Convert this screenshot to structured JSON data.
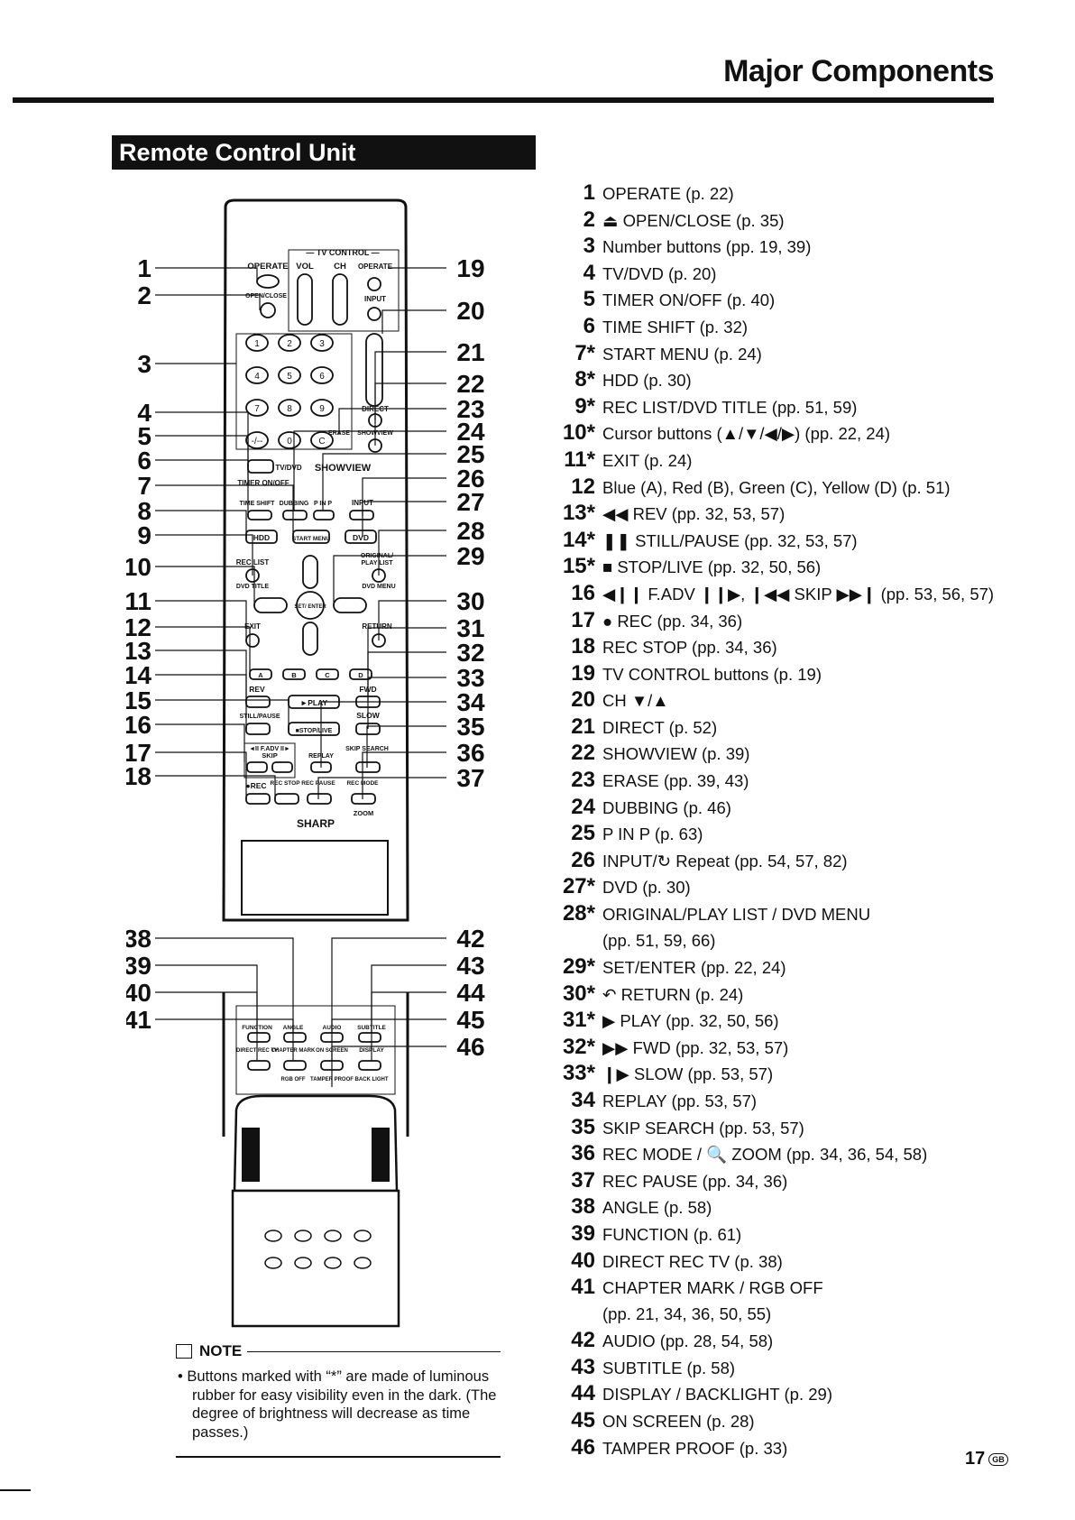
{
  "header": {
    "title": "Major Components"
  },
  "section": {
    "title": "Remote Control Unit"
  },
  "items": [
    {
      "num": "1",
      "text": "OPERATE (p. 22)"
    },
    {
      "num": "2",
      "text": "⏏ OPEN/CLOSE (p. 35)"
    },
    {
      "num": "3",
      "text": "Number buttons (pp. 19, 39)"
    },
    {
      "num": "4",
      "text": "TV/DVD (p. 20)"
    },
    {
      "num": "5",
      "text": "TIMER ON/OFF (p. 40)"
    },
    {
      "num": "6",
      "text": "TIME SHIFT (p. 32)"
    },
    {
      "num": "7*",
      "text": "START MENU (p. 24)"
    },
    {
      "num": "8*",
      "text": "HDD (p. 30)"
    },
    {
      "num": "9*",
      "text": "REC LIST/DVD TITLE (pp. 51, 59)"
    },
    {
      "num": "10*",
      "text": "Cursor buttons (▲/▼/◀/▶) (pp. 22, 24)"
    },
    {
      "num": "11*",
      "text": "EXIT (p. 24)"
    },
    {
      "num": "12",
      "text": "Blue (A), Red (B), Green (C), Yellow (D) (p. 51)"
    },
    {
      "num": "13*",
      "text": "◀◀ REV (pp. 32, 53, 57)"
    },
    {
      "num": "14*",
      "text": "❚❚ STILL/PAUSE (pp. 32, 53, 57)"
    },
    {
      "num": "15*",
      "text": "■ STOP/LIVE (pp. 32, 50, 56)"
    },
    {
      "num": "16",
      "text": "◀❙❙ F.ADV ❙❙▶, ❙◀◀ SKIP ▶▶❙ (pp. 53, 56, 57)"
    },
    {
      "num": "17",
      "text": "● REC (pp. 34, 36)"
    },
    {
      "num": "18",
      "text": "REC STOP (pp. 34, 36)"
    },
    {
      "num": "19",
      "text": "TV CONTROL buttons (p. 19)"
    },
    {
      "num": "20",
      "text": "CH ▼/▲"
    },
    {
      "num": "21",
      "text": "DIRECT (p. 52)"
    },
    {
      "num": "22",
      "text": "SHOWVIEW (p. 39)"
    },
    {
      "num": "23",
      "text": "ERASE (pp. 39, 43)"
    },
    {
      "num": "24",
      "text": "DUBBING (p. 46)"
    },
    {
      "num": "25",
      "text": "P IN P (p. 63)"
    },
    {
      "num": "26",
      "text": "INPUT/↻ Repeat (pp. 54, 57, 82)"
    },
    {
      "num": "27*",
      "text": "DVD (p. 30)"
    },
    {
      "num": "28*",
      "text": "ORIGINAL/PLAY LIST / DVD MENU",
      "text2": "(pp. 51, 59, 66)"
    },
    {
      "num": "29*",
      "text": "SET/ENTER (pp. 22, 24)"
    },
    {
      "num": "30*",
      "text": "↶ RETURN (p. 24)"
    },
    {
      "num": "31*",
      "text": "▶ PLAY (pp. 32, 50, 56)"
    },
    {
      "num": "32*",
      "text": "▶▶ FWD (pp. 32, 53, 57)"
    },
    {
      "num": "33*",
      "text": "❙▶ SLOW (pp. 53, 57)"
    },
    {
      "num": "34",
      "text": "REPLAY (pp. 53, 57)"
    },
    {
      "num": "35",
      "text": "SKIP SEARCH (pp. 53, 57)"
    },
    {
      "num": "36",
      "text": "REC MODE / 🔍 ZOOM (pp. 34, 36, 54, 58)"
    },
    {
      "num": "37",
      "text": "REC PAUSE (pp. 34, 36)"
    },
    {
      "num": "38",
      "text": "ANGLE (p. 58)"
    },
    {
      "num": "39",
      "text": "FUNCTION (p. 61)"
    },
    {
      "num": "40",
      "text": "DIRECT REC TV (p. 38)"
    },
    {
      "num": "41",
      "text": "CHAPTER MARK / RGB OFF",
      "text2": "(pp. 21, 34, 36, 50, 55)"
    },
    {
      "num": "42",
      "text": "AUDIO (pp. 28, 54, 58)"
    },
    {
      "num": "43",
      "text": "SUBTITLE (p. 58)"
    },
    {
      "num": "44",
      "text": "DISPLAY / BACKLIGHT (p. 29)"
    },
    {
      "num": "45",
      "text": "ON SCREEN (p. 28)"
    },
    {
      "num": "46",
      "text": "TAMPER PROOF (p. 33)"
    }
  ],
  "remote": {
    "labels": {
      "tv_control": "— TV CONTROL —",
      "operate": "OPERATE",
      "vol": "VOL",
      "ch": "CH",
      "operate2": "OPERATE",
      "open_close": "OPEN/CLOSE",
      "input": "INPUT",
      "direct": "DIRECT",
      "erase": "ERASE",
      "showview": "SHOWVIEW",
      "tvdvd": "TV/DVD",
      "timer": "TIMER ON/OFF",
      "showview_logo": "SHOWVIEW",
      "time_shift": "TIME SHIFT",
      "dubbing": "DUBBING",
      "pinp": "P IN P",
      "input2": "INPUT",
      "hdd": "HDD",
      "start_menu": "START MENU",
      "dvd": "DVD",
      "rec_list": "REC LIST",
      "original": "ORIGINAL/",
      "play_list": "PLAY LIST",
      "dvd_title": "DVD TITLE",
      "dvd_menu": "DVD MENU",
      "set_enter": "SET/ ENTER",
      "exit": "EXIT",
      "return": "RETURN",
      "a": "A",
      "b": "B",
      "c": "C",
      "d": "D",
      "rev": "REV",
      "fwd": "FWD",
      "play": "►PLAY",
      "still_pause": "STILL/PAUSE",
      "slow": "SLOW",
      "stop_live": "■STOP/LIVE",
      "fadv": "◄II F.ADV II►",
      "skip": "SKIP",
      "skip_search": "SKIP SEARCH",
      "replay": "REPLAY",
      "rec": "●REC",
      "rec_stop": "REC STOP",
      "rec_pause": "REC PAUSE",
      "rec_mode": "REC MODE",
      "zoom": "ZOOM",
      "brand": "SHARP",
      "function": "FUNCTION",
      "angle": "ANGLE",
      "audio": "AUDIO",
      "subtitle": "SUBTITLE",
      "direct_rec_tv": "DIRECT REC TV",
      "chapter_mark": "CHAPTER MARK",
      "on_screen": "ON SCREEN",
      "display": "DISPLAY",
      "rgb_off": "RGB OFF",
      "tamper_proof": "TAMPER PROOF",
      "backlight": "BACK LIGHT"
    },
    "digits": [
      "1",
      "2",
      "3",
      "4",
      "5",
      "6",
      "7",
      "8",
      "9",
      "-/--",
      "0",
      "C"
    ],
    "callouts_left": [
      "1",
      "2",
      "3",
      "4",
      "5",
      "6",
      "7",
      "8",
      "9",
      "10",
      "11",
      "12",
      "13",
      "14",
      "15",
      "16",
      "17",
      "18"
    ],
    "callouts_right": [
      "19",
      "20",
      "21",
      "22",
      "23",
      "24",
      "25",
      "26",
      "27",
      "28",
      "29",
      "30",
      "31",
      "32",
      "33",
      "34",
      "35",
      "36",
      "37"
    ],
    "callouts_left2": [
      "38",
      "39",
      "40",
      "41"
    ],
    "callouts_right2": [
      "42",
      "43",
      "44",
      "45",
      "46"
    ]
  },
  "note": {
    "title": "NOTE",
    "text": "• Buttons marked with “*” are made of luminous rubber for easy visibility even in the dark. (The degree of brightness will decrease as time passes.)"
  },
  "page": {
    "number": "17",
    "region": "GB"
  }
}
